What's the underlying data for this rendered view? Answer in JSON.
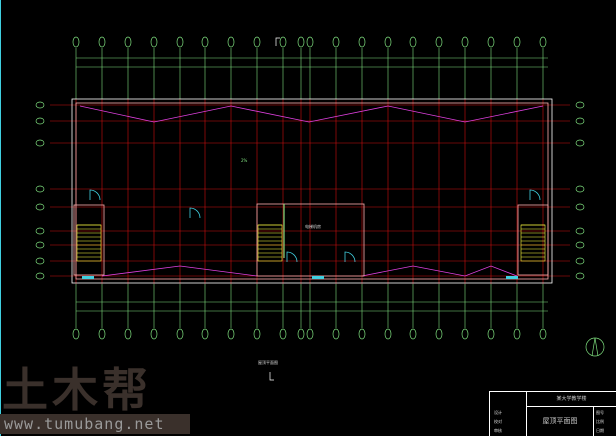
{
  "drawing": {
    "room_label": "电梯机房",
    "plan_label": "屋顶平面图",
    "slope_label": "2%",
    "axis_count": 20,
    "row_count": 9
  },
  "title_block": {
    "project": "某大学教学楼",
    "drawing_name": "屋顶平面图",
    "cells": [
      "设计",
      "校对",
      "审核",
      "图号",
      "比例",
      "日期"
    ]
  },
  "watermark": {
    "logo": "土木帮",
    "url": "www.tumubang.net"
  },
  "colors": {
    "axis": "#7fe07f",
    "grid": "#d01010",
    "wall": "#ffb0b0",
    "slope": "#e040e0",
    "door": "#40d0e0",
    "stair": "#ffff40"
  }
}
